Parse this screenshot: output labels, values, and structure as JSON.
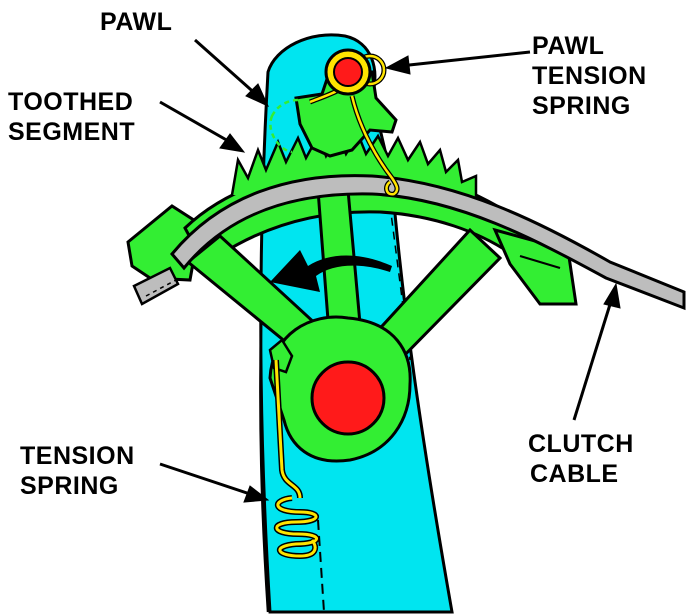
{
  "labels": {
    "pawl": "PAWL",
    "toothed_segment": [
      "TOOTHED",
      "SEGMENT"
    ],
    "pawl_tension_spring": [
      "PAWL",
      "TENSION",
      "SPRING"
    ],
    "tension_spring": [
      "TENSION",
      "SPRING"
    ],
    "clutch_cable": [
      "CLUTCH",
      "CABLE"
    ]
  },
  "colors": {
    "pedal_arm": "#00e5f0",
    "quadrant": "#33ee33",
    "pivot": "#ff1a1a",
    "cable": "#bdbdbd",
    "spring": "#ffe400",
    "outline": "#000000"
  }
}
